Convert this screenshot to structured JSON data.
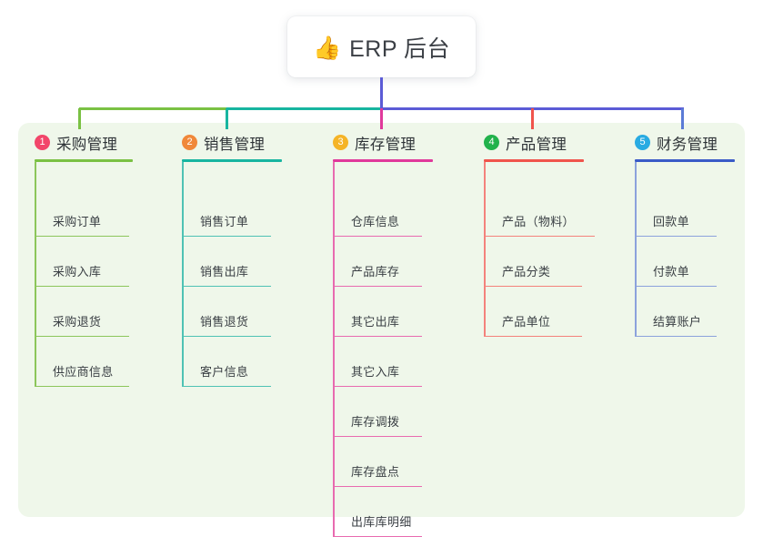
{
  "root": {
    "icon": "thumbs-up-icon",
    "emoji": "👍",
    "title": "ERP 后台"
  },
  "palette": {
    "page_background": "#ffffff",
    "panel_background": "#EFF7EA",
    "bus_green": "#7AC143",
    "bus_teal": "#18B5A0",
    "bus_purple": "#5B5BD6",
    "drop_magenta": "#E0399B",
    "drop_red": "#F0544C",
    "drop_blue": "#5B7BD6",
    "text": "#3a3f44"
  },
  "columns": [
    {
      "index": "1",
      "badge_number": "1",
      "badge_color": "#F2466A",
      "title": "采购管理",
      "rule_color": "#7AC143",
      "line_color": "#8CC65B",
      "drop_color": "#7AC143",
      "items": [
        {
          "label": "采购订单"
        },
        {
          "label": "采购入库"
        },
        {
          "label": "采购退货"
        },
        {
          "label": "供应商信息"
        }
      ]
    },
    {
      "index": "2",
      "badge_number": "2",
      "badge_color": "#F0883A",
      "title": "销售管理",
      "rule_color": "#18B5A0",
      "line_color": "#4FC2B4",
      "drop_color": "#18B5A0",
      "items": [
        {
          "label": "销售订单"
        },
        {
          "label": "销售出库"
        },
        {
          "label": "销售退货"
        },
        {
          "label": "客户信息"
        }
      ]
    },
    {
      "index": "3",
      "badge_number": "3",
      "badge_color": "#F5B427",
      "title": "库存管理",
      "rule_color": "#E0399B",
      "line_color": "#E86BB0",
      "drop_color": "#E0399B",
      "items": [
        {
          "label": "仓库信息"
        },
        {
          "label": "产品库存"
        },
        {
          "label": "其它出库"
        },
        {
          "label": "其它入库"
        },
        {
          "label": "库存调拨"
        },
        {
          "label": "库存盘点"
        },
        {
          "label": "出库库明细"
        }
      ]
    },
    {
      "index": "4",
      "badge_number": "4",
      "badge_color": "#22B24C",
      "title": "产品管理",
      "rule_color": "#F0544C",
      "line_color": "#F4827C",
      "drop_color": "#F0544C",
      "items": [
        {
          "label": "产品（物料）"
        },
        {
          "label": "产品分类"
        },
        {
          "label": "产品单位"
        }
      ]
    },
    {
      "index": "5",
      "badge_number": "5",
      "badge_color": "#29ABE2",
      "title": "财务管理",
      "rule_color": "#3A5BC7",
      "line_color": "#8CA2DC",
      "drop_color": "#5B7BD6",
      "items": [
        {
          "label": "回款单"
        },
        {
          "label": "付款单"
        },
        {
          "label": "结算账户"
        }
      ]
    }
  ]
}
